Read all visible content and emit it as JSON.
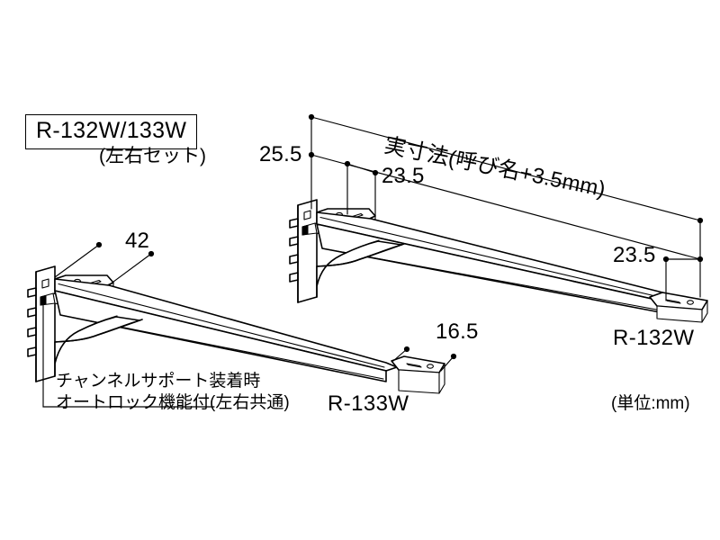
{
  "document": {
    "type": "technical-drawing",
    "units_note": "(単位:mm)",
    "background_color": "#ffffff",
    "line_color": "#000000"
  },
  "title": {
    "model_code": "R-132W/133W",
    "subtitle": "(左右セット)"
  },
  "dimensions": {
    "overall_top": {
      "label": "実寸法(呼び名+3.5mm)",
      "description": "actual-length-callout"
    },
    "height_25_5": "25.5",
    "offset_23_5_top": "23.5",
    "offset_23_5_right": "23.5",
    "width_42": "42",
    "width_16_5": "16.5"
  },
  "parts": [
    {
      "id": "r132w",
      "name": "R-132W",
      "orientation": "right-hand"
    },
    {
      "id": "r133w",
      "name": "R-133W",
      "orientation": "left-hand"
    }
  ],
  "notes": {
    "autolock_line1": "チャンネルサポート装着時",
    "autolock_line2": "オートロック機能付(左右共通)"
  }
}
